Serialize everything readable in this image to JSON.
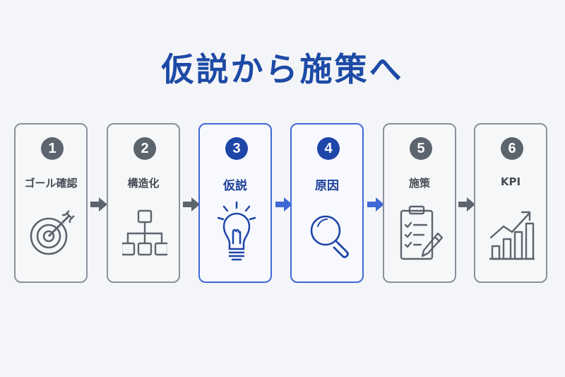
{
  "title": "仮説から施策へ",
  "steps": [
    {
      "number": "1",
      "label": "ゴール確認",
      "icon": "target-icon",
      "highlighted": false
    },
    {
      "number": "2",
      "label": "構造化",
      "icon": "hierarchy-icon",
      "highlighted": false
    },
    {
      "number": "3",
      "label": "仮説",
      "icon": "lightbulb-icon",
      "highlighted": true
    },
    {
      "number": "4",
      "label": "原因",
      "icon": "magnifier-icon",
      "highlighted": true
    },
    {
      "number": "5",
      "label": "施策",
      "icon": "clipboard-checklist-icon",
      "highlighted": false
    },
    {
      "number": "6",
      "label": "KPI",
      "icon": "growth-chart-icon",
      "highlighted": false
    }
  ],
  "colors": {
    "title": "#1d4aa6",
    "accent": "#3d68d6",
    "accent_dark": "#1e45a8",
    "neutral": "#5c646e",
    "border": "#8a919b",
    "background": "#f4f5f8"
  }
}
